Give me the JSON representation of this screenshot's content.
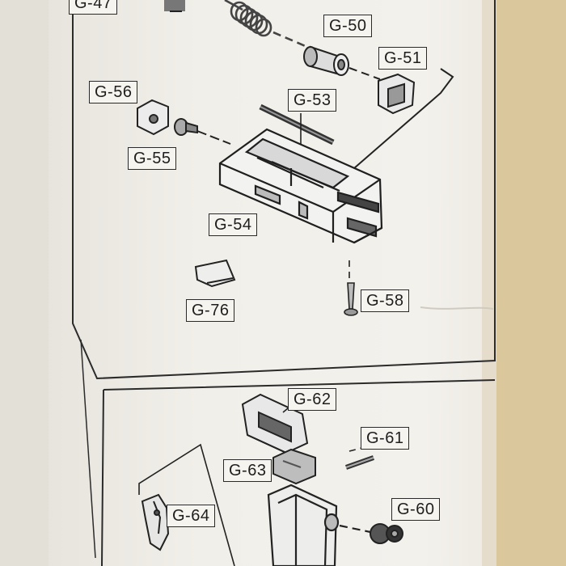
{
  "parts": [
    {
      "id": "g47",
      "label": "G-47"
    },
    {
      "id": "g50",
      "label": "G-50"
    },
    {
      "id": "g51",
      "label": "G-51"
    },
    {
      "id": "g53",
      "label": "G-53"
    },
    {
      "id": "g56",
      "label": "G-56"
    },
    {
      "id": "g55",
      "label": "G-55"
    },
    {
      "id": "g54",
      "label": "G-54"
    },
    {
      "id": "g76",
      "label": "G-76"
    },
    {
      "id": "g58",
      "label": "G-58"
    },
    {
      "id": "g62",
      "label": "G-62"
    },
    {
      "id": "g61",
      "label": "G-61"
    },
    {
      "id": "g63",
      "label": "G-63"
    },
    {
      "id": "g60",
      "label": "G-60"
    },
    {
      "id": "g64",
      "label": "G-64"
    }
  ]
}
